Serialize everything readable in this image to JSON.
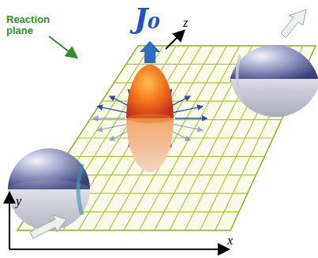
{
  "diagram": {
    "labels": [
      "J₀",
      "Reaction plane",
      "z",
      "y",
      "x"
    ]
  }
}
